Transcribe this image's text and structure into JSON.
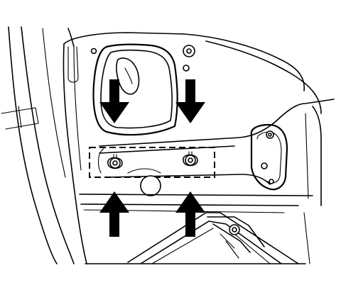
{
  "diagram": {
    "type": "technical-line-drawing",
    "arrows_down": 2,
    "arrows_up": 2,
    "fasteners_highlighted": 2,
    "highlight_style": "dashed-rectangle",
    "colors": {
      "line": "#000000",
      "background": "#ffffff"
    }
  }
}
